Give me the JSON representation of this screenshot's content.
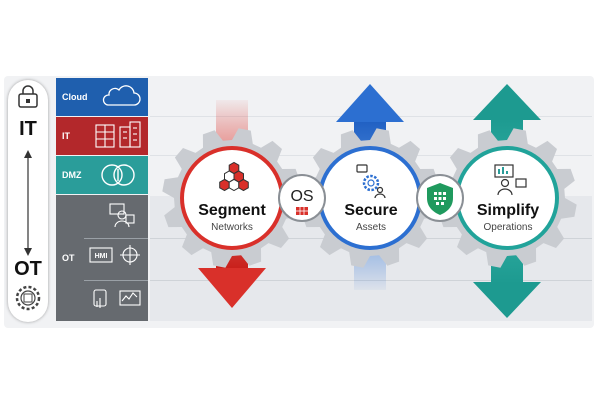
{
  "scale": {
    "top_label": "IT",
    "bottom_label": "OT"
  },
  "tiers": [
    {
      "label": "Cloud",
      "color": "#1f5fae"
    },
    {
      "label": "IT",
      "color": "#b3282b"
    },
    {
      "label": "DMZ",
      "color": "#2a9d9a"
    },
    {
      "label": "OT",
      "color": "#666a6f",
      "icon_text": "HMI"
    }
  ],
  "gears": [
    {
      "title": "Segment",
      "subtitle": "Networks",
      "color": "#d9302a",
      "arrow": "down"
    },
    {
      "title": "Secure",
      "subtitle": "Assets",
      "color": "#2c6fd1",
      "arrow": "up"
    },
    {
      "title": "Simplify",
      "subtitle": "Operations",
      "color": "#21a39a",
      "arrow": "both"
    }
  ],
  "connectors": {
    "os_label": "OS"
  },
  "icons": [
    "lock-icon",
    "cloud-icon",
    "server-rack-icon",
    "building-icon",
    "venn-icon",
    "operator-icon",
    "hmi-icon",
    "valve-icon",
    "touch-panel-icon",
    "monitor-chart-icon",
    "gear-chip-icon",
    "hexagon-cluster-icon",
    "gear-user-icon",
    "dashboard-user-icon",
    "shield-icon"
  ]
}
